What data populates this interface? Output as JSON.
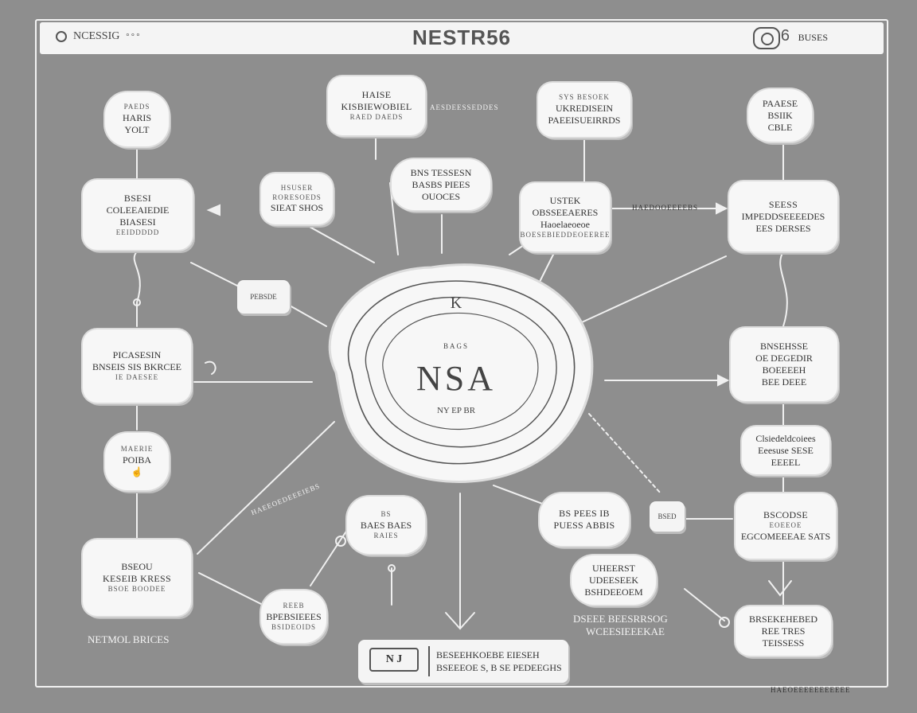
{
  "titlebar": {
    "left_label": "NCESSIG",
    "left_extra": "° ° °",
    "title": "NESTR56",
    "right_label": "BUSES"
  },
  "hub": {
    "top_label": "K",
    "sub_label": "BAGS",
    "main_label": "NSA",
    "caption": "NY EP BR"
  },
  "nodes": {
    "tl_top": {
      "l1": "PAEDS",
      "l2": "HARIS",
      "l3": "YOLT"
    },
    "t_center1": {
      "l1": "HAISE",
      "l2": "KISBIEWOBIEL",
      "l3": "RAED DAEDS"
    },
    "t_center2": {
      "l1": "SYS BESOEK",
      "l2": "UKREDISEIN",
      "l3": "PAEEISUEIRRDS"
    },
    "tr_top": {
      "l1": "PAAESE",
      "l2": "BSIIK",
      "l3": "CBLE"
    },
    "l_row1": {
      "l1": "BSESI",
      "l2": "COLEEAIEDIE BIASESI",
      "l3": "EEIDDDDD"
    },
    "c_small1": {
      "l1": "HSUSER",
      "l2": "RORESOEDS",
      "l3": "SIEAT SHOS"
    },
    "c_small2": {
      "l1": "BNS TESSESN",
      "l2": "BASBS PIEES OUOCES"
    },
    "c_small3": {
      "l1": "USTEK",
      "l2": "OBSSEEAERES",
      "l3": "Haoelaeoeoe",
      "l4": "BOESEBIEDDEOEEREE"
    },
    "r_row1": {
      "l1": "SEESS",
      "l2": "IMPEDDSEEEEDES",
      "l3": "EES DERSES"
    },
    "l_row2": {
      "l1": "PICASESIN",
      "l2": "BNSEIS SIS BKRCEE",
      "l3": "IE DAESEE"
    },
    "r_row2": {
      "l1": "BNSEHSSE",
      "l2": "OE DEGEDIR BOEEEEH",
      "l3": "BEE DEEE"
    },
    "l_row3": {
      "l1": "MAERIE",
      "l2": "POIBA"
    },
    "r_row3": {
      "l1": "Clsiedeldcoiees",
      "l2": "Eeesuse SESE",
      "l3": "EEEEL"
    },
    "c_low1": {
      "l1": "BS",
      "l2": "BAES BAES",
      "l3": "RAIES"
    },
    "c_low2": {
      "l1": "BS PEES IB",
      "l2": "PUESS ABBIS"
    },
    "r_row4": {
      "l1": "BSCODSE",
      "l2": "EOEEOE",
      "l3": "EGCOMEEEAE SATS"
    },
    "l_row4": {
      "l1": "BSEOU",
      "l2": "KESEIB KRESS",
      "l3": "BSOE BOODEE"
    },
    "c_low3": {
      "l1": "UHEERST",
      "l2": "UDEESEEK",
      "l3": "BSHDEEOEM"
    },
    "c_low4": {
      "l1": "REEB",
      "l2": "BPEBSIEEES",
      "l3": "BSIDEOIDS"
    },
    "r_row5": {
      "l1": "BRSEKEHEBED",
      "l2": "REE TRES",
      "l3": "TEISSESS"
    }
  },
  "labels": {
    "top_mid": "AESDEESSEDDES",
    "right_arrow": "HAEDOOEEEEBS",
    "left_diag": "HAEEOEDEEEIEBS",
    "bottom_left": "NETMOL BRICES",
    "bottom_mid_right": "DSEEE BEESRRSOG",
    "bottom_mid_right2": "WCEESIEEEKAE",
    "bottom_right": "HAEOEEEEEEEEEEE"
  },
  "chips": {
    "left_chip": "PEBSDE",
    "right_chip": "BSED"
  },
  "bottom_panel": {
    "icon": "N J",
    "line1": "BESEEHKOEBE EIESEH",
    "line2": "BSEEEOE S, B SE PEDEEGHS"
  }
}
